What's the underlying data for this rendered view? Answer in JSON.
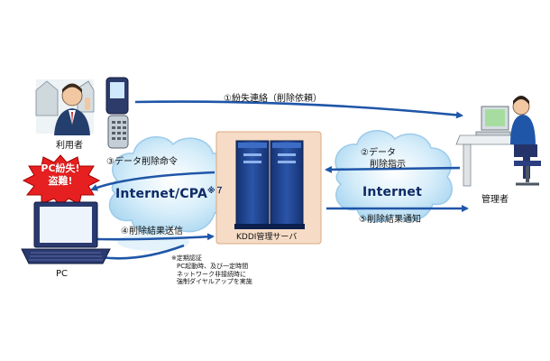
{
  "labels": {
    "step1": "①紛失連絡（削除依頼）",
    "step2_line1": "②データ",
    "step2_line2": "削除指示",
    "step3": "③データ削除命令",
    "step4": "④削除結果送信",
    "step5": "⑤削除結果通知",
    "internet_cpa": "Internet/CPA",
    "internet_cpa_mark": "※７",
    "internet_right": "Internet",
    "server": "KDDI管理サーバ",
    "user": "利用者",
    "admin": "管理者",
    "pc": "PC",
    "alert_line1": "PC紛失!",
    "alert_line2": "盗難!"
  },
  "note": {
    "line1": "※定期認証",
    "line2": "PC起動時、及び一定時間",
    "line3": "ネットワーク非接続時に",
    "line4": "強制ダイヤルアップを実施"
  },
  "colors": {
    "arrow": "#1f56a8",
    "cloud": "#bfe2f5",
    "server_panel": "#f6dcc6",
    "server_body": "#1e3f8a",
    "alert_burst": "#e62020"
  },
  "icons": [
    "user-figure-icon",
    "mobile-phone-icon",
    "server-rack-icon",
    "laptop-icon",
    "admin-figure-icon",
    "alert-burst-icon"
  ]
}
